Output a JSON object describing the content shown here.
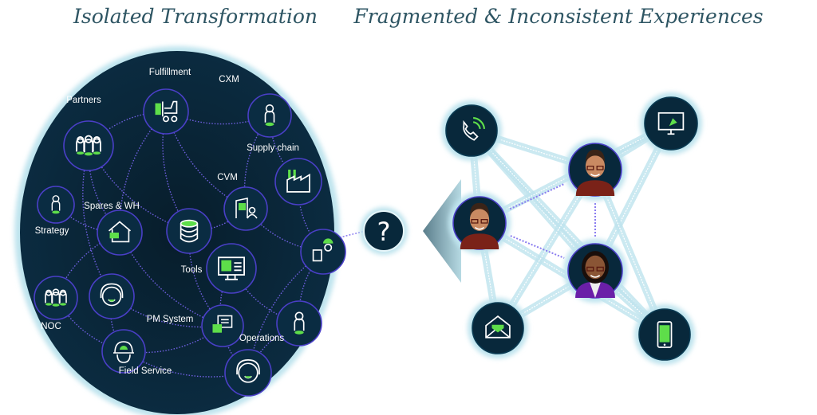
{
  "titles": {
    "left": "Isolated Transformation",
    "right": "Fragmented & Inconsistent Experiences"
  },
  "left_nodes": [
    {
      "id": "fulfillment",
      "label": "Fulfillment",
      "icon": "forklift-icon"
    },
    {
      "id": "cxm",
      "label": "CXM",
      "icon": "person-icon"
    },
    {
      "id": "partners",
      "label": "Partners",
      "icon": "group-icon"
    },
    {
      "id": "supply-chain",
      "label": "Supply chain",
      "icon": "factory-icon"
    },
    {
      "id": "strategy",
      "label": "Strategy",
      "icon": "person-icon"
    },
    {
      "id": "spares-wh",
      "label": "Spares & WH",
      "icon": "warehouse-icon"
    },
    {
      "id": "tools-db",
      "label": "",
      "icon": "database-icon"
    },
    {
      "id": "cvm",
      "label": "CVM",
      "icon": "building-user-icon"
    },
    {
      "id": "worker",
      "label": "",
      "icon": "worker-clipboard-icon"
    },
    {
      "id": "tools",
      "label": "Tools",
      "icon": "monitor-icon"
    },
    {
      "id": "noc",
      "label": "NOC",
      "icon": "group-icon"
    },
    {
      "id": "agent-1",
      "label": "",
      "icon": "headset-agent-icon"
    },
    {
      "id": "pm-system",
      "label": "PM System",
      "icon": "chat-icon"
    },
    {
      "id": "operations",
      "label": "Operations",
      "icon": "person-icon"
    },
    {
      "id": "field-service",
      "label": "Field Service",
      "icon": "hard-hat-icon"
    },
    {
      "id": "agent-2",
      "label": "",
      "icon": "headset-agent-icon"
    }
  ],
  "connector": {
    "label": "?",
    "icon": "question-mark-icon"
  },
  "right_nodes": [
    {
      "id": "phone",
      "icon": "phone-icon"
    },
    {
      "id": "web",
      "icon": "monitor-cursor-icon"
    },
    {
      "id": "customer-man-1",
      "icon": "avatar-man-icon"
    },
    {
      "id": "customer-man-2",
      "icon": "avatar-man-glasses-icon"
    },
    {
      "id": "customer-woman",
      "icon": "avatar-woman-icon"
    },
    {
      "id": "email",
      "icon": "envelope-icon"
    },
    {
      "id": "mobile",
      "icon": "smartphone-icon"
    }
  ],
  "colors": {
    "navy": "#08283b",
    "ring": "#4a3fc7",
    "accent": "#5ede4a",
    "glow": "#b5e2ec",
    "title": "#2e5563",
    "link": "#8a7cf0"
  }
}
